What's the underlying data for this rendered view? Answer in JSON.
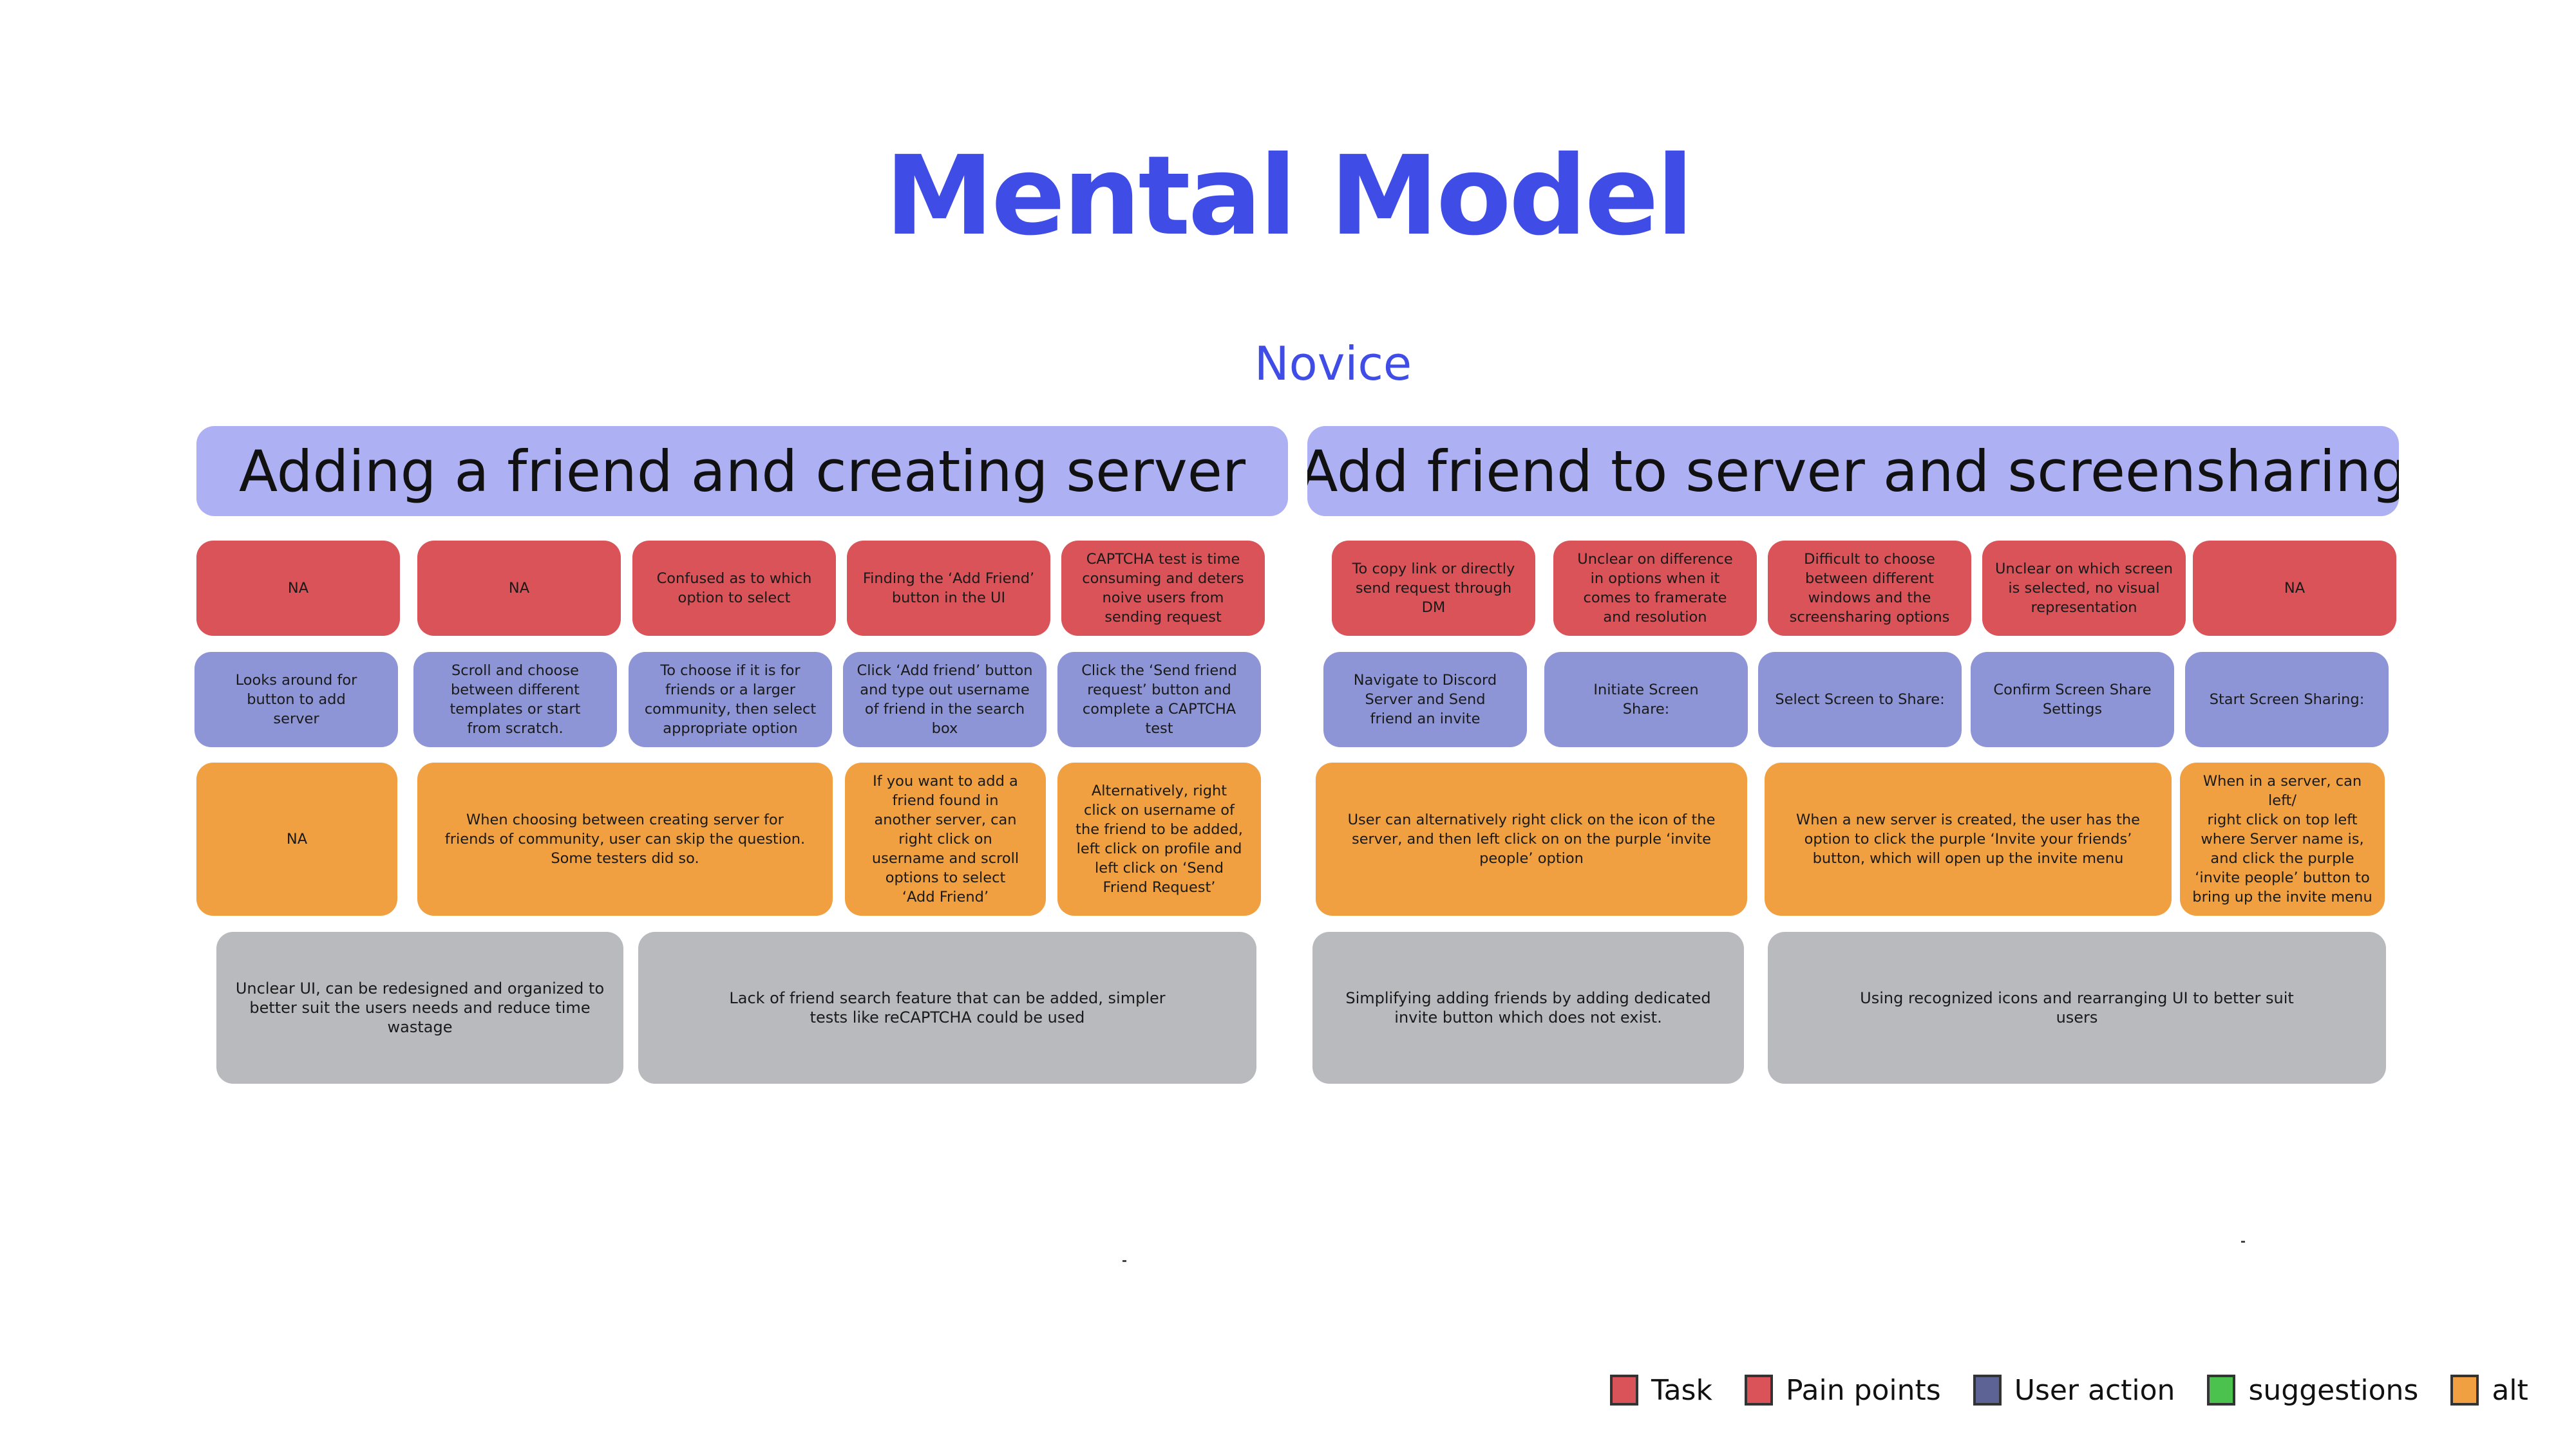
{
  "title": "Mental Model",
  "subtitle": "Novice",
  "sections": [
    {
      "title": "Adding a friend and creating server"
    },
    {
      "title": "Add friend to server and screensharing"
    }
  ],
  "pain_points": [
    [
      "NA"
    ],
    [
      "NA"
    ],
    [
      "Confused as to which",
      "option to select"
    ],
    [
      "Finding the ‘Add Friend’",
      "button in the UI"
    ],
    [
      "CAPTCHA test is time",
      "consuming and deters",
      "noive users from",
      "sending request"
    ],
    [
      "To copy link or directly",
      "send request through",
      "DM"
    ],
    [
      "Unclear on difference",
      "in options when it",
      "comes to framerate",
      "and resolution"
    ],
    [
      "Difficult to choose",
      "between different",
      "windows and the",
      "screensharing options"
    ],
    [
      "Unclear on which screen",
      "is selected, no visual",
      "representation"
    ],
    [
      "NA"
    ]
  ],
  "user_actions": [
    [
      "Looks around for",
      "button to add",
      "server"
    ],
    [
      "Scroll and choose",
      "between different",
      "templates or start",
      "from scratch."
    ],
    [
      "To choose if it is for",
      "friends or a larger",
      "community, then select",
      "appropriate option"
    ],
    [
      "Click ‘Add friend’ button",
      "and type out username",
      "of friend in the search",
      "box"
    ],
    [
      "Click the ‘Send friend",
      "request’ button and",
      "complete a CAPTCHA test"
    ],
    [
      "Navigate to Discord",
      "Server and Send",
      "friend an invite"
    ],
    [
      "Initiate Screen",
      "Share:"
    ],
    [
      "Select Screen to Share:"
    ],
    [
      "Confirm Screen Share",
      "Settings"
    ],
    [
      "Start Screen Sharing:"
    ]
  ],
  "alternatives": [
    [
      "NA"
    ],
    [
      "When choosing between creating server for",
      "friends of community, user can skip the question.",
      "Some testers did so."
    ],
    [
      "If you want to add a",
      "friend found in",
      "another server, can",
      "right click on",
      "username and scroll",
      "options to select",
      "‘Add Friend’"
    ],
    [
      "Alternatively, right",
      "click on username of",
      "the friend to be added,",
      "left click on profile and",
      "left click on ‘Send",
      "Friend Request’"
    ],
    [
      "User can alternatively right click on the icon of the",
      "server, and then left click on on the purple ‘invite",
      "people’ option"
    ],
    [
      "When a new server is created, the user has the",
      "option to click the purple ‘Invite your friends’",
      "button, which will open up the invite menu"
    ],
    [
      "When in a server, can left/",
      "right click on top left",
      "where Server name is,",
      "and click the purple",
      "‘invite people’ button to",
      "bring up the invite menu"
    ]
  ],
  "suggestions": [
    [
      "Unclear UI, can be redesigned and organized to",
      "better suit the users needs and reduce time",
      "wastage"
    ],
    [
      "Lack of friend search feature that can be added, simpler",
      "tests like reCAPTCHA could be used"
    ],
    [
      "Simplifying adding friends by adding dedicated",
      "invite button which does not exist."
    ],
    [
      "Using recognized icons and rearranging UI to better suit",
      "users"
    ]
  ],
  "legend": [
    {
      "label": "Task",
      "color": "#d95359"
    },
    {
      "label": "Pain points",
      "color": "#d95359"
    },
    {
      "label": "User action",
      "color": "#5e6395"
    },
    {
      "label": "suggestions",
      "color": "#4cc24e"
    },
    {
      "label": "alt",
      "color": "#f0a040"
    }
  ],
  "colors": {
    "title": "#3f4ce6",
    "header": "#adb1f3",
    "pain_point": "#d95359",
    "user_action": "#8d95d6",
    "alternative": "#f0a040",
    "suggestion": "#b9babe"
  }
}
